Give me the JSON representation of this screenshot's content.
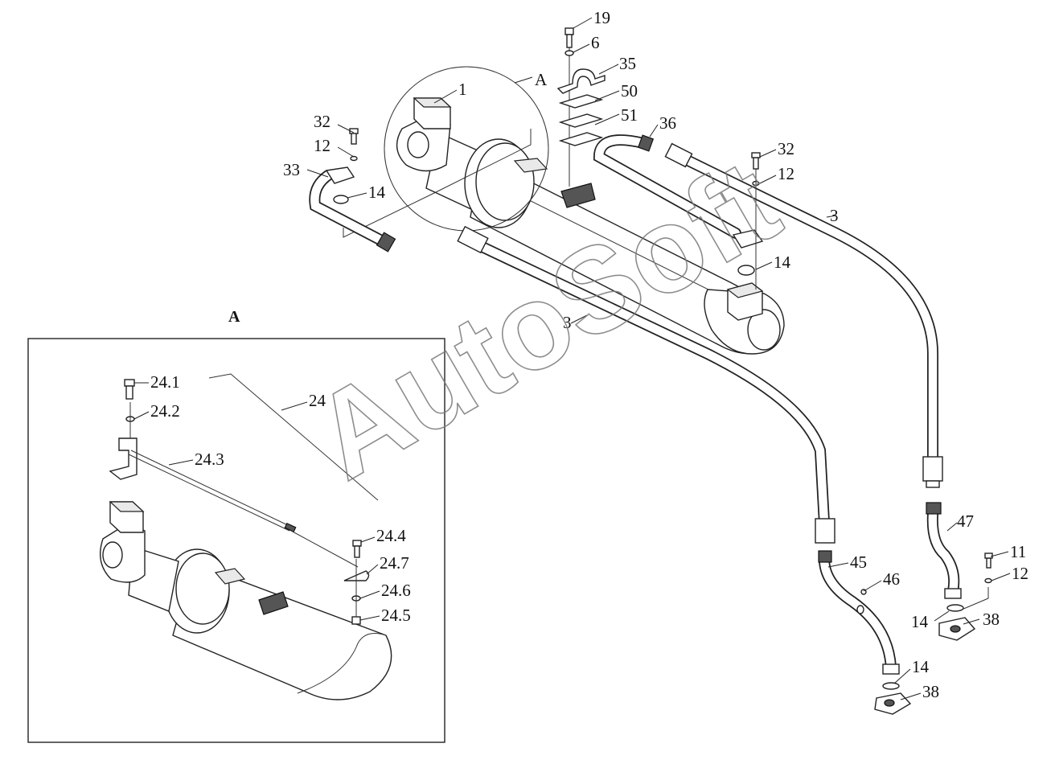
{
  "watermark": "AutoSoft",
  "detail_view_title": "A",
  "detail_callout": "A",
  "parts": {
    "p1": "1",
    "p3a": "3",
    "p3b": "3",
    "p6": "6",
    "p11": "11",
    "p12a": "12",
    "p12b": "12",
    "p12c": "12",
    "p14a": "14",
    "p14b": "14",
    "p14c": "14",
    "p14d": "14",
    "p19": "19",
    "p24": "24",
    "p24_1": "24.1",
    "p24_2": "24.2",
    "p24_3": "24.3",
    "p24_4": "24.4",
    "p24_5": "24.5",
    "p24_6": "24.6",
    "p24_7": "24.7",
    "p32a": "32",
    "p32b": "32",
    "p33": "33",
    "p35": "35",
    "p36": "36",
    "p38a": "38",
    "p38b": "38",
    "p45": "45",
    "p46": "46",
    "p47": "47",
    "p50": "50",
    "p51": "51"
  }
}
